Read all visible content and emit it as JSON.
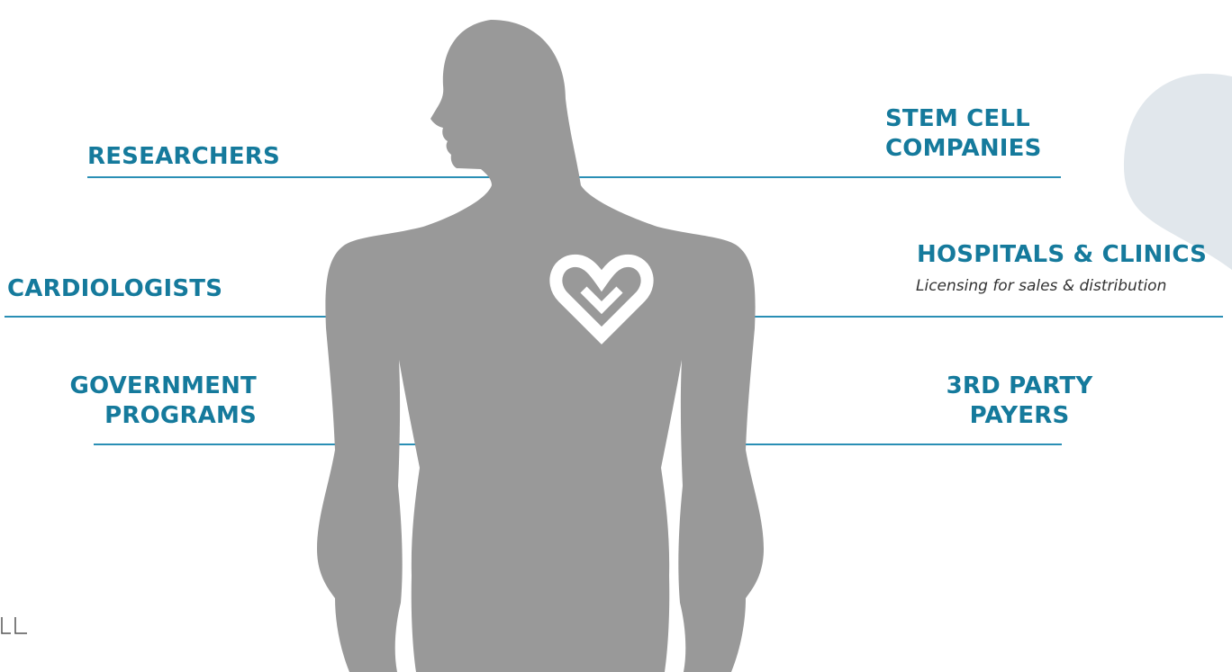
{
  "colors": {
    "accent": "#157a9c",
    "line": "#2a8fb5",
    "silhouette": "#999999",
    "swoosh": "#e1e7ec"
  },
  "icons": {
    "center": "heart-chevron-logo-icon"
  },
  "stakeholders": {
    "left": [
      {
        "title_lines": [
          "RESEARCHERS"
        ]
      },
      {
        "title_lines": [
          "CARDIOLOGISTS"
        ]
      },
      {
        "title_lines": [
          "GOVERNMENT",
          "PROGRAMS"
        ]
      }
    ],
    "right": [
      {
        "title_lines": [
          "STEM CELL",
          "COMPANIES"
        ]
      },
      {
        "title_lines": [
          "HOSPITALS & CLINICS"
        ],
        "subtitle": "Licensing for sales & distribution"
      },
      {
        "title_lines": [
          "3RD PARTY",
          "PAYERS"
        ]
      }
    ]
  }
}
